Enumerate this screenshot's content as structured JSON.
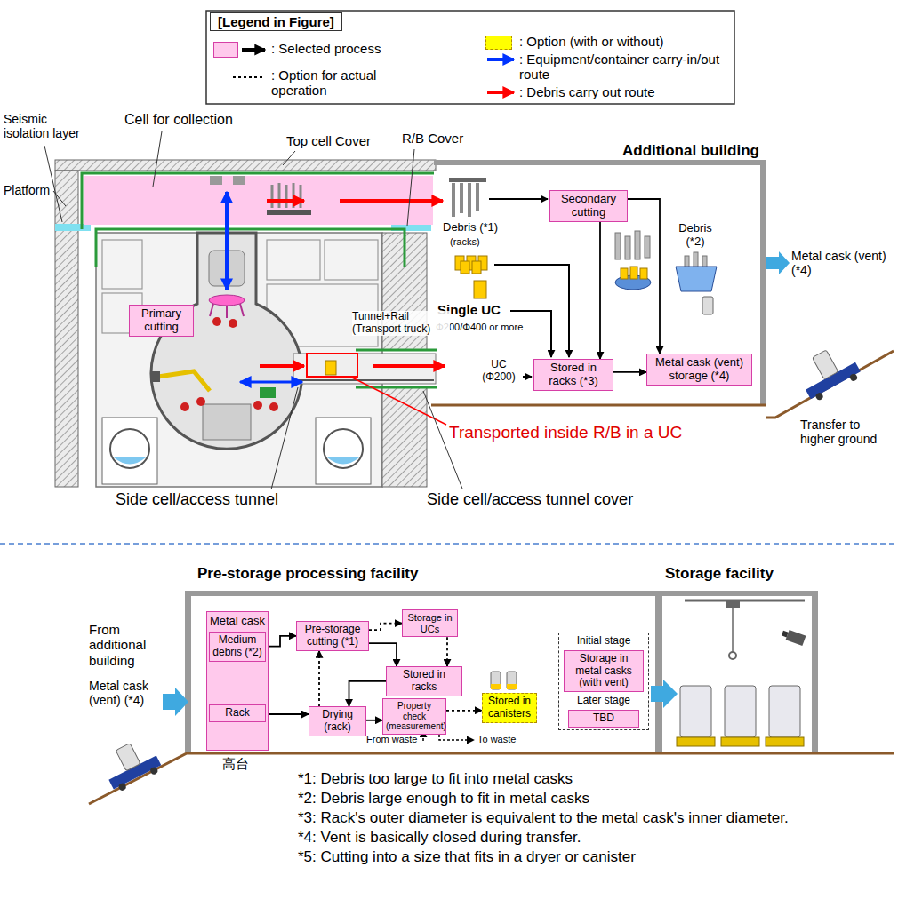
{
  "diagram": {
    "nodes": [
      {
        "text": [
          "Primary cutting"
        ]
      },
      {
        "text": [
          "Secondary cutting"
        ]
      },
      {
        "text": [
          "Stored in racks (*3)"
        ]
      },
      {
        "text": [
          "Metal cask (vent) storage (*4)"
        ]
      },
      {
        "text": [
          "Metal cask"
        ]
      },
      {
        "text": [
          "Medium debris (*2)"
        ],
        "in": 4
      },
      {
        "text": [
          "Rack"
        ],
        "in": 4
      },
      {
        "text": [
          "Pre-storage cutting (*1)"
        ]
      },
      {
        "text": [
          "Storage in UCs"
        ]
      },
      {
        "text": [
          "Stored in racks"
        ]
      },
      {
        "text": [
          "Drying (rack)"
        ]
      },
      {
        "text": [
          "Property check (measurement)"
        ]
      },
      {
        "text": [
          "Stored in canisters"
        ]
      },
      {
        "text": [
          "Initial stage",
          "Later stage"
        ]
      },
      {
        "text": [
          "Storage in metal casks (with vent)"
        ],
        "in": 13
      },
      {
        "text": [
          "TBD"
        ],
        "in": 13
      }
    ],
    "edges": [
      {
        "from": 1,
        "to": 2,
        "arrow": "to"
      },
      {
        "from": 1,
        "to": 3,
        "arrow": "to"
      },
      {
        "from": 2,
        "to": 3,
        "arrow": "to"
      },
      {
        "from": 5,
        "to": 7,
        "arrow": "to"
      },
      {
        "from": 6,
        "to": 10,
        "arrow": "to"
      },
      {
        "from": 7,
        "to": 8,
        "arrow": "to"
      },
      {
        "from": 7,
        "to": 9,
        "arrow": "to"
      },
      {
        "from": 8,
        "to": 9,
        "arrow": "to"
      },
      {
        "from": 9,
        "to": 10,
        "arrow": "to"
      },
      {
        "from": 10,
        "to": 7,
        "arrow": "to"
      },
      {
        "from": 10,
        "to": 11,
        "arrow": "to"
      },
      {
        "from": 11,
        "to": 12,
        "arrow": "to"
      }
    ],
    "labels": [
      "[Legend in Figure]",
      "Seismic isolation layer",
      "Cell for collection",
      "Top cell Cover",
      "R/B Cover",
      "Additional building",
      "Platform",
      "Debris (*1)",
      "(racks)",
      "Debris (*2)",
      "Single UC",
      "Φ200/Φ400 or more",
      "UC (Φ200)",
      "Tunnel+Rail (Transport truck)",
      "Transported inside R/B in a UC",
      "Metal cask (vent) (*4)",
      "Transfer to higher ground",
      "Side cell/access tunnel",
      "Side cell/access tunnel cover",
      "Pre-storage processing facility",
      "Storage facility",
      "From additional building",
      "Metal cask (vent) (*4)",
      "高台",
      "From waste",
      "To waste",
      "*1: Debris too large to fit into metal casks",
      "*2: Debris large enough to fit in metal casks",
      "*3: Rack's outer diameter is equivalent to the metal cask's inner diameter.",
      "*4: Vent is basically closed during transfer.",
      "*5: Cutting into a size that fits in a dryer or canister"
    ],
    "legend": [
      {
        "text": ": Selected process",
        "color": "#ffc9ec"
      },
      {
        "text": ": Option for actual operation"
      },
      {
        "text": ": Option (with or without)",
        "color": "#ffff00"
      },
      {
        "text": ": Equipment/container carry-in/out route"
      },
      {
        "text": ": Debris carry out route"
      }
    ]
  }
}
